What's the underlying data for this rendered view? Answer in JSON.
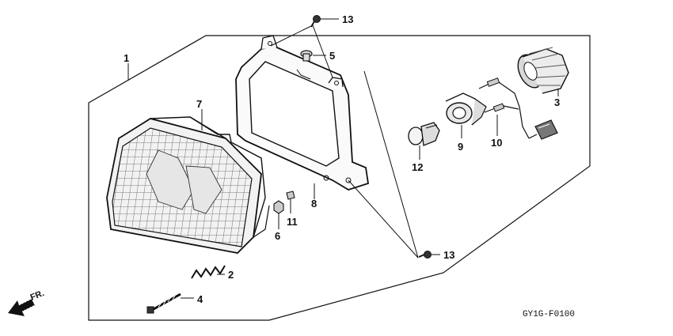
{
  "diagram": {
    "code": "GY1G-F0100",
    "direction_label": "FR.",
    "callouts": [
      {
        "id": "c1",
        "label": "1"
      },
      {
        "id": "c2",
        "label": "2"
      },
      {
        "id": "c3",
        "label": "3"
      },
      {
        "id": "c4",
        "label": "4"
      },
      {
        "id": "c5",
        "label": "5"
      },
      {
        "id": "c6",
        "label": "6"
      },
      {
        "id": "c7",
        "label": "7"
      },
      {
        "id": "c8",
        "label": "8"
      },
      {
        "id": "c9",
        "label": "9"
      },
      {
        "id": "c10",
        "label": "10"
      },
      {
        "id": "c11",
        "label": "11"
      },
      {
        "id": "c12",
        "label": "12"
      },
      {
        "id": "c13a",
        "label": "13"
      },
      {
        "id": "c13b",
        "label": "13"
      }
    ]
  }
}
